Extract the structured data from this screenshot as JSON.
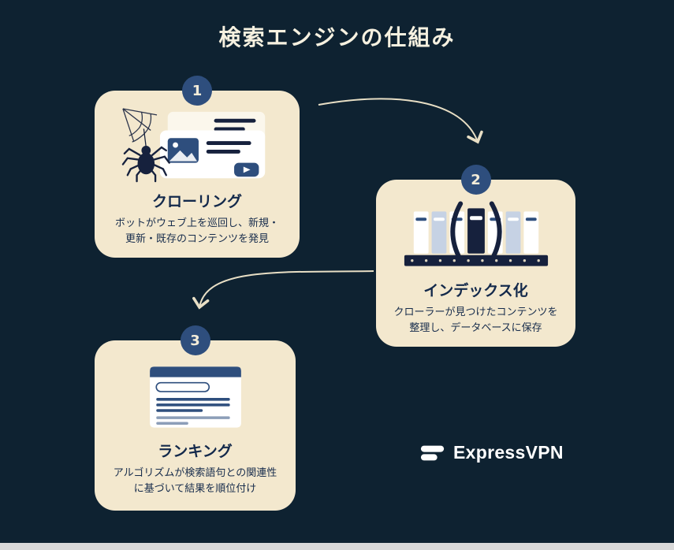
{
  "page": {
    "title": "検索エンジンの仕組み",
    "background_color": "#0e2231",
    "card_color": "#f3e8ce",
    "accent_blue": "#2e4e7d",
    "dark_navy": "#16213d",
    "arrow_color": "#e8dfc5"
  },
  "cards": [
    {
      "number": "1",
      "title": "クローリング",
      "description": "ボットがウェブ上を巡回し、新規・更新・既存のコンテンツを発見",
      "illustration": "spider-crawling-webpages"
    },
    {
      "number": "2",
      "title": "インデックス化",
      "description": "クローラーが見つけたコンテンツを整理し、データベースに保存",
      "illustration": "archive-binders-index"
    },
    {
      "number": "3",
      "title": "ランキング",
      "description": "アルゴリズムが検索語句との関連性に基づいて結果を順位付け",
      "illustration": "search-results-ranking"
    }
  ],
  "logo": {
    "text": "ExpressVPN"
  }
}
